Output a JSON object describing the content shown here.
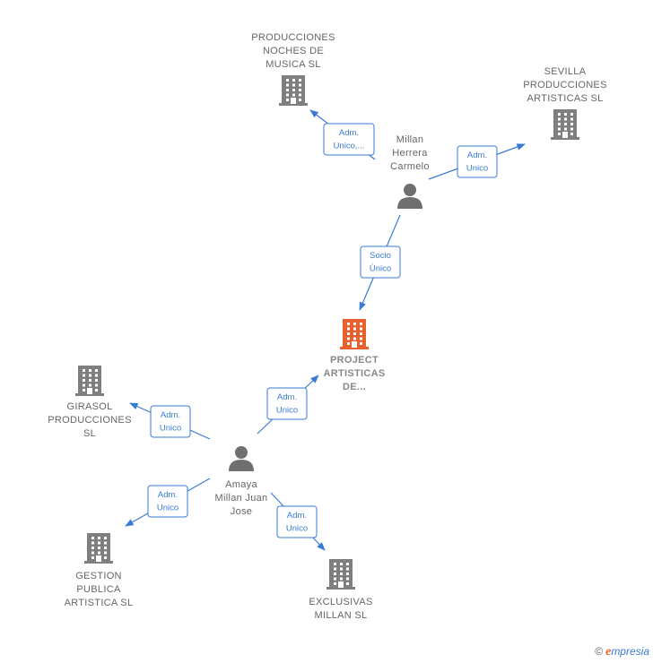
{
  "colors": {
    "company": "#7f7f7f",
    "focus_company": "#e8612c",
    "person": "#6f6f6f",
    "edge": "#3a7bd5"
  },
  "nodes": [
    {
      "id": "producciones_noches",
      "kind": "company",
      "lines": [
        "PRODUCCIONES",
        "NOCHES DE",
        "MUSICA  SL"
      ],
      "icon": "building-icon"
    },
    {
      "id": "sevilla",
      "kind": "company",
      "lines": [
        "SEVILLA",
        "PRODUCCIONES",
        "ARTISTICAS SL"
      ],
      "icon": "building-icon"
    },
    {
      "id": "millan_herrera",
      "kind": "person",
      "lines": [
        "Millan",
        "Herrera",
        "Carmelo"
      ],
      "icon": "person-icon"
    },
    {
      "id": "project",
      "kind": "focus_company",
      "lines": [
        "PROJECT",
        "ARTISTICAS",
        "DE..."
      ],
      "icon": "building-icon"
    },
    {
      "id": "girasol",
      "kind": "company",
      "lines": [
        "GIRASOL",
        "PRODUCCIONES",
        "SL"
      ],
      "icon": "building-icon"
    },
    {
      "id": "amaya",
      "kind": "person",
      "lines": [
        "Amaya",
        "Millan Juan",
        "Jose"
      ],
      "icon": "person-icon"
    },
    {
      "id": "gestion",
      "kind": "company",
      "lines": [
        "GESTION",
        "PUBLICA",
        "ARTISTICA  SL"
      ],
      "icon": "building-icon"
    },
    {
      "id": "exclusivas",
      "kind": "company",
      "lines": [
        "EXCLUSIVAS",
        "MILLAN  SL"
      ],
      "icon": "building-icon"
    }
  ],
  "edges": [
    {
      "id": "e1",
      "from": "millan_herrera",
      "to": "producciones_noches",
      "label": [
        "Adm.",
        "Unico,..."
      ]
    },
    {
      "id": "e2",
      "from": "millan_herrera",
      "to": "sevilla",
      "label": [
        "Adm.",
        "Unico"
      ]
    },
    {
      "id": "e3",
      "from": "millan_herrera",
      "to": "project",
      "label": [
        "Socio",
        "Único"
      ]
    },
    {
      "id": "e4",
      "from": "amaya",
      "to": "project",
      "label": [
        "Adm.",
        "Unico"
      ]
    },
    {
      "id": "e5",
      "from": "amaya",
      "to": "girasol",
      "label": [
        "Adm.",
        "Unico"
      ]
    },
    {
      "id": "e6",
      "from": "amaya",
      "to": "gestion",
      "label": [
        "Adm.",
        "Unico"
      ]
    },
    {
      "id": "e7",
      "from": "amaya",
      "to": "exclusivas",
      "label": [
        "Adm.",
        "Unico"
      ]
    }
  ],
  "watermark": {
    "copyright": "©",
    "brand_initial": "e",
    "brand_rest": "mpresia"
  }
}
